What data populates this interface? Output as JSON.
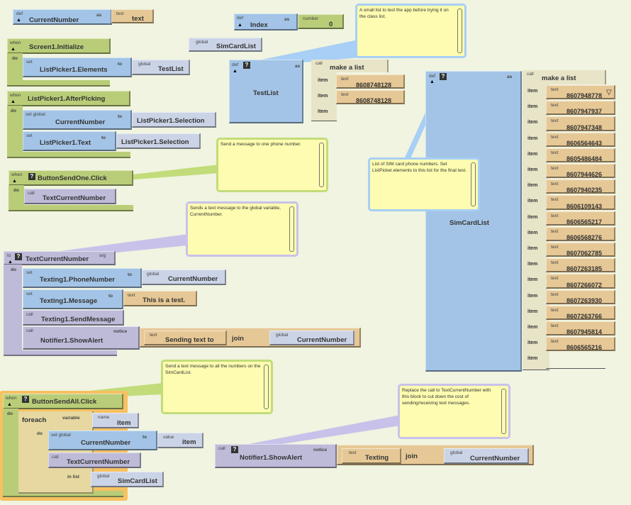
{
  "labels": {
    "def": "def",
    "as": "as",
    "when": "when",
    "do": "do",
    "set": "set",
    "set_global": "set global",
    "to": "to",
    "global": "global",
    "call": "call",
    "text": "text",
    "number": "number",
    "arg": "arg",
    "notice": "notice",
    "join": "join",
    "item": "item",
    "make_a_list": "make a list",
    "foreach": "foreach",
    "variable": "variable",
    "name": "name",
    "value": "value",
    "in_list": "in list",
    "question": "?",
    "collapse": "▲",
    "dropdown": "▽"
  },
  "def_current_number": {
    "name": "CurrentNumber",
    "value": "text"
  },
  "def_index": {
    "name": "Index",
    "value": "0"
  },
  "global_simcardlist_loose": "SimCardList",
  "screen_initialize": {
    "event": "Screen1.Initialize",
    "setter": "ListPicker1.Elements",
    "value": "TestList"
  },
  "after_picking": {
    "event": "ListPicker1.AfterPicking",
    "set1_var": "CurrentNumber",
    "set1_value": "ListPicker1.Selection",
    "set2_prop": "ListPicker1.Text",
    "set2_value": "ListPicker1.Selection"
  },
  "button_send_one": {
    "event": "ButtonSendOne.Click",
    "call": "TextCurrentNumber"
  },
  "test_list": {
    "name": "TestList",
    "items": [
      "8608748128",
      "8608748128"
    ]
  },
  "sim_card_list": {
    "name": "SimCardList",
    "items": [
      "8607948778",
      "8607947937",
      "8607947348",
      "8606564643",
      "8605486484",
      "8607944626",
      "8607940235",
      "8606109143",
      "8606565217",
      "8606568276",
      "8607062785",
      "8607263185",
      "8607266072",
      "8607263930",
      "8607263766",
      "8607945814",
      "8606565216"
    ]
  },
  "text_current_number": {
    "name": "TextCurrentNumber",
    "phone_prop": "Texting1.PhoneNumber",
    "phone_value": "CurrentNumber",
    "message_prop": "Texting1.Message",
    "message_value": "This is a test.",
    "send_call": "Texting1.SendMessage",
    "alert_call": "Notifier1.ShowAlert",
    "alert_text": "Sending text to",
    "alert_var": "CurrentNumber"
  },
  "button_send_all": {
    "event": "ButtonSendAll.Click",
    "var_name": "item",
    "set_var": "CurrentNumber",
    "set_value": "item",
    "call": "TextCurrentNumber",
    "list": "SimCardList"
  },
  "loose_alert": {
    "call": "Notifier1.ShowAlert",
    "text": "Texting",
    "var": "CurrentNumber"
  },
  "comments": {
    "test_list": "A small list to test the app before trying it on the class list.",
    "sim_card_list": "List of SIM card phone numbers. Set ListPicker.elements to this list for the final test.",
    "send_one": "Send a message to one phone number.",
    "text_current": "Sends a text message to the global variable, CurrentNumber.",
    "send_all": "Send a text message to all the numbers on the SimCardList.",
    "loose_alert": "Replace the call to TextCurrentNumber with this block to cut down the cost of sending/receiving text messages."
  }
}
